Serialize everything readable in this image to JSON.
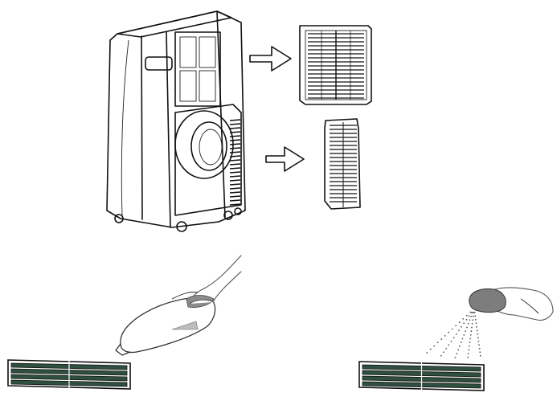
{
  "illustration": {
    "steps": [
      {
        "id": "remove-filters",
        "icons": [
          "air-conditioner-icon",
          "arrow-right-icon",
          "upper-filter-icon",
          "lower-filter-icon"
        ]
      },
      {
        "id": "vacuum-filter",
        "icons": [
          "vacuum-cleaner-icon",
          "filter-panel-icon"
        ]
      },
      {
        "id": "rinse-filter",
        "icons": [
          "spray-nozzle-icon",
          "filter-panel-icon"
        ]
      }
    ],
    "colors": {
      "line": "#111111",
      "filter_fill": "#2f4f40",
      "tool_gray": "#8c8c8c",
      "background": "#ffffff"
    }
  }
}
